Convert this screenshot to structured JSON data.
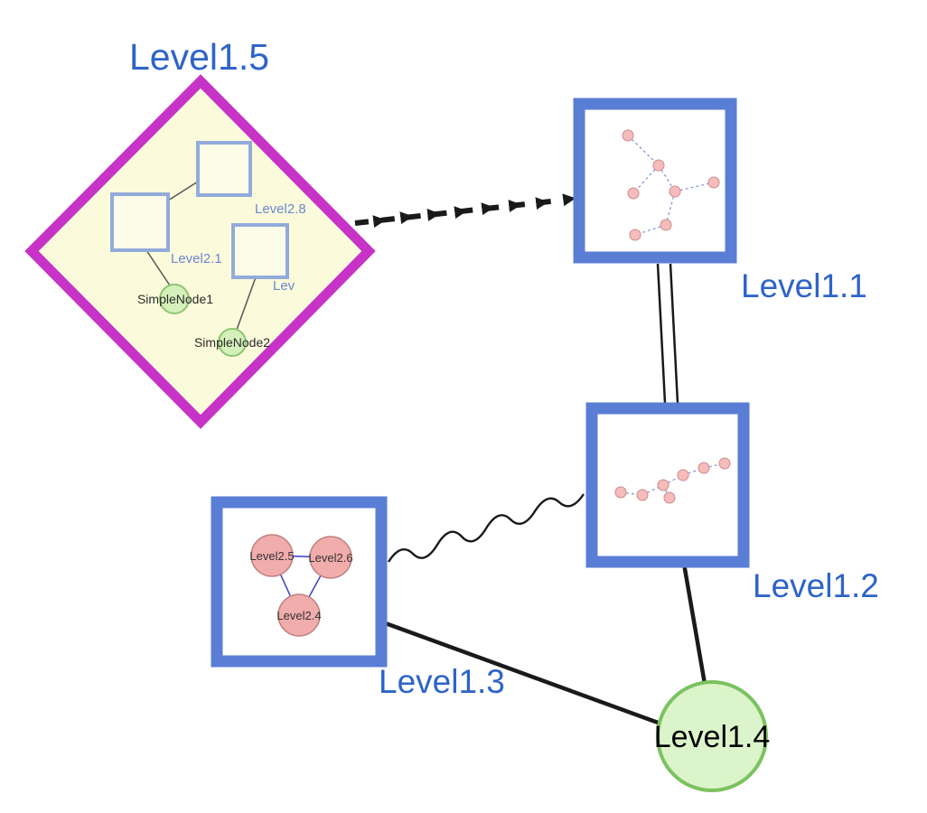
{
  "diagram": {
    "level15": {
      "label": "Level1.5",
      "type": "group-diamond",
      "children": {
        "level28": {
          "label": "Level2.8"
        },
        "level21": {
          "label": "Level2.1"
        },
        "level2trunc": {
          "label": "Lev"
        },
        "simpleNode1": {
          "label": "SimpleNode1"
        },
        "simpleNode2": {
          "label": "SimpleNode2"
        }
      }
    },
    "level11": {
      "label": "Level1.1",
      "type": "group-box"
    },
    "level12": {
      "label": "Level1.2",
      "type": "group-box"
    },
    "level13": {
      "label": "Level1.3",
      "type": "group-box",
      "children": {
        "level25": {
          "label": "Level2.5"
        },
        "level26": {
          "label": "Level2.6"
        },
        "level24": {
          "label": "Level2.4"
        }
      }
    },
    "level14": {
      "label": "Level1.4",
      "type": "circle-node"
    },
    "edges": [
      {
        "from": "Level1.5",
        "to": "Level1.1",
        "style": "dashed-arrow-train"
      },
      {
        "from": "Level1.1",
        "to": "Level1.2",
        "style": "double-line"
      },
      {
        "from": "Level1.3",
        "to": "Level1.2",
        "style": "wavy"
      },
      {
        "from": "Level1.3",
        "to": "Level1.4",
        "style": "solid"
      },
      {
        "from": "Level1.2",
        "to": "Level1.4",
        "style": "solid"
      }
    ],
    "colors": {
      "label_blue": "#2E64C8",
      "group_border_blue": "#5A7ED6",
      "diamond_border_magenta": "#C733C7",
      "diamond_fill": "#FBFBDC",
      "inner_box_border": "#93ABDB",
      "green_node_fill": "#DCF4CA",
      "green_node_border": "#7CC260",
      "pink_node_fill": "#F1ACAC",
      "pink_node_border": "#C08080",
      "edge_black": "#1A1A1A",
      "subgraph_edge_blue": "#8090D8"
    }
  }
}
